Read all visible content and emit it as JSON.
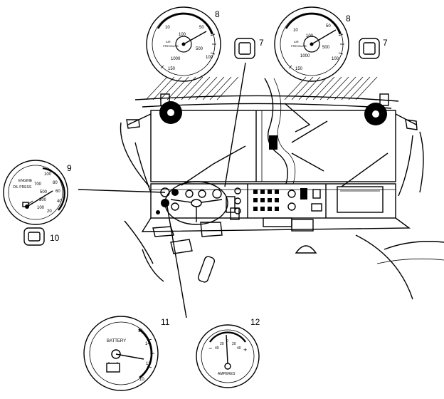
{
  "callouts": {
    "c7a": "7",
    "c7b": "7",
    "c8a": "8",
    "c8b": "8",
    "c9": "9",
    "c10": "10",
    "c11": "11",
    "c12": "12"
  },
  "gauge8": {
    "label_top": "AIR",
    "label_bottom": "PRESSURE",
    "ticks": [
      "10",
      "50",
      "100",
      "500",
      "1000",
      "100",
      "150"
    ]
  },
  "gauge9": {
    "label_1": "ENGINE",
    "label_2": "OIL PRESS",
    "ticks": [
      "100",
      "700",
      "80",
      "500",
      "60",
      "300",
      "40",
      "100",
      "20"
    ]
  },
  "gauge11": {
    "label": "BATTERY",
    "ticks": [
      "16",
      "14",
      "12",
      "10"
    ]
  },
  "gauge12": {
    "label": "AMPERES",
    "ticks": [
      "−",
      "40",
      "20",
      "0",
      "20",
      "40",
      "+"
    ]
  }
}
